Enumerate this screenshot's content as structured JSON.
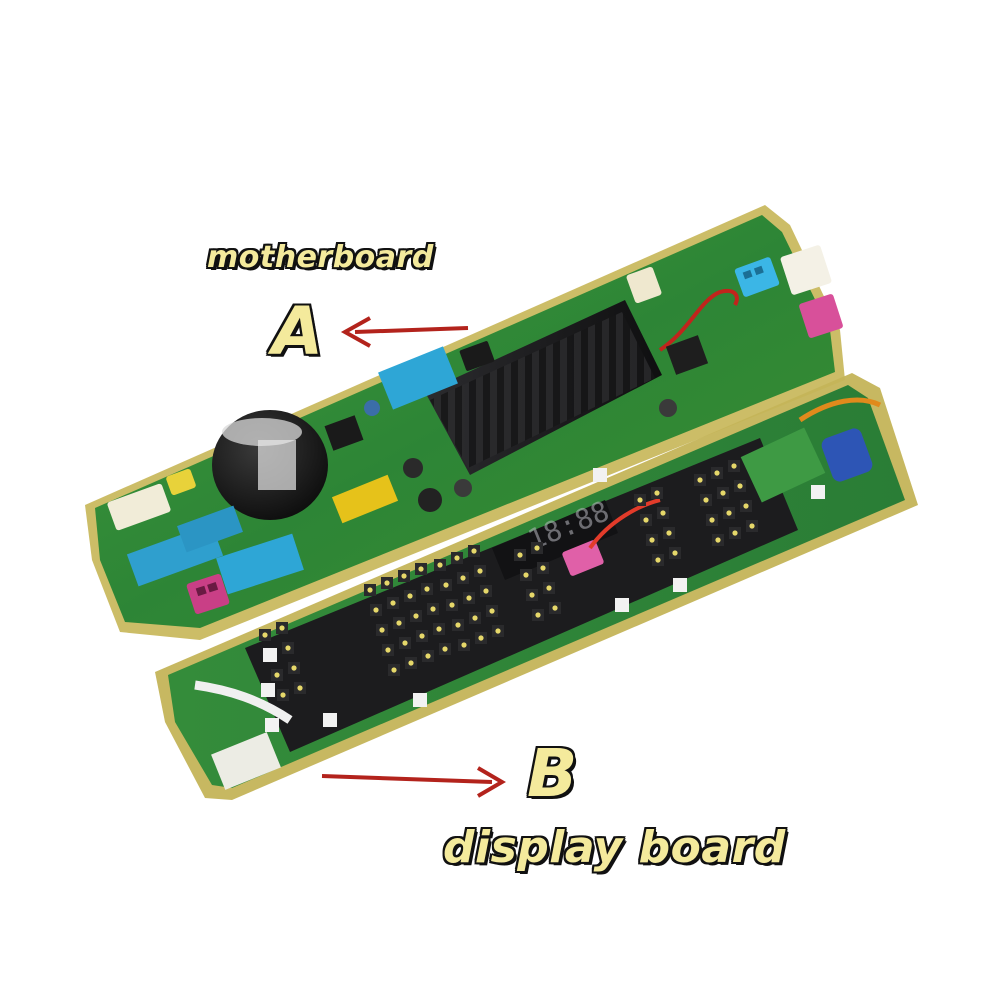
{
  "labels": {
    "motherboard": "motherboard",
    "a": "A",
    "b": "B",
    "display_board": "display board"
  },
  "display_readout": "18:88",
  "colors": {
    "pcb_green": "#2f8a3a",
    "pcb_edge": "#c9b85a",
    "heatsink": "#1c1c1e",
    "capacitor_blue": "#2ea6d6",
    "connector_pink": "#d8509a",
    "connector_cyan": "#3bb6e6",
    "arrow_red": "#b3231c",
    "label_fill": "#f4ea9c"
  }
}
